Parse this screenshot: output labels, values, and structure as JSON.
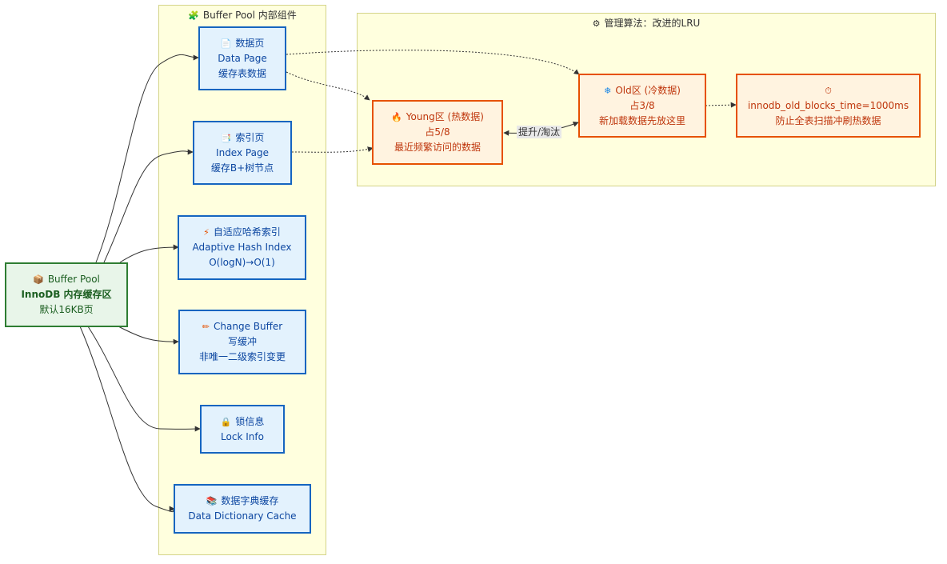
{
  "clusters": {
    "components": {
      "icon": "puzzle-icon",
      "icon_glyph": "🧩",
      "title": "Buffer Pool 内部组件"
    },
    "lru": {
      "icon": "gear-icon",
      "icon_glyph": "⚙",
      "title": "管理算法：改进的LRU"
    }
  },
  "nodes": {
    "buffer_pool": {
      "icon": "package-icon",
      "icon_glyph": "📦",
      "line1": "Buffer Pool",
      "line2": "InnoDB 内存缓存区",
      "line3": "默认16KB页"
    },
    "data_page": {
      "icon": "page-icon",
      "icon_glyph": "📄",
      "line1": "数据页",
      "line2": "Data Page",
      "line3": "缓存表数据"
    },
    "index_page": {
      "icon": "index-page-icon",
      "icon_glyph": "📑",
      "line1": "索引页",
      "line2": "Index Page",
      "line3": "缓存B+树节点"
    },
    "hash_index": {
      "icon": "lightning-icon",
      "icon_glyph": "⚡",
      "line1": "自适应哈希索引",
      "line2": "Adaptive Hash Index",
      "line3": "O(logN)→O(1)"
    },
    "change_buffer": {
      "icon": "pencil-icon",
      "icon_glyph": "✏",
      "line1": "Change Buffer",
      "line2": "写缓冲",
      "line3": "非唯一二级索引变更"
    },
    "lock_info": {
      "icon": "lock-icon",
      "icon_glyph": "🔒",
      "line1": "锁信息",
      "line2": "Lock Info"
    },
    "dict_cache": {
      "icon": "books-icon",
      "icon_glyph": "📚",
      "line1": "数据字典缓存",
      "line2": "Data Dictionary Cache"
    },
    "young": {
      "icon": "fire-icon",
      "icon_glyph": "🔥",
      "line1": "Young区 (热数据)",
      "line2": "占5/8",
      "line3": "最近频繁访问的数据"
    },
    "old": {
      "icon": "snowflake-icon",
      "icon_glyph": "❄",
      "line1": "Old区 (冷数据)",
      "line2": "占3/8",
      "line3": "新加载数据先放这里"
    },
    "old_time": {
      "icon": "stopwatch-icon",
      "icon_glyph": "⏱",
      "line1": "innodb_old_blocks_time=1000ms",
      "line2": "防止全表扫描冲刷热数据"
    }
  },
  "edge_labels": {
    "young_old": "提升/淘汰"
  },
  "colors": {
    "cluster_fill": "#ffffde",
    "blue_fill": "#e3f2fd",
    "blue_stroke": "#1565c0",
    "orange_fill": "#fff3e0",
    "orange_stroke": "#e65100",
    "green_fill": "#e8f5e9",
    "green_stroke": "#2e7d32",
    "edge": "#333333"
  }
}
